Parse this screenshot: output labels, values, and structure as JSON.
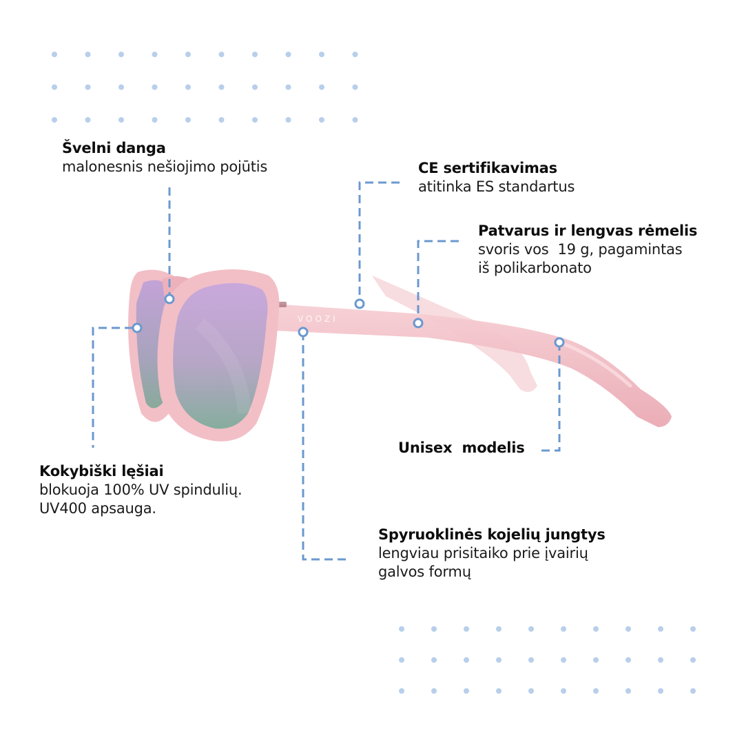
{
  "product": {
    "brand": "VOOZI",
    "type": "sunglasses",
    "frame_color": "#f2bfc6",
    "lens_top_color": "#c9a8dc",
    "lens_bottom_color": "#86ad9e",
    "accent_color": "#6b98cf"
  },
  "callouts": {
    "coating": {
      "title": "Švelni danga",
      "desc": [
        "malonesnis nešiojimo pojūtis"
      ]
    },
    "ce": {
      "title": "CE sertifikavimas",
      "desc": [
        "atitinka ES standartus"
      ]
    },
    "frame": {
      "title": "Patvarus ir lengvas rėmelis",
      "desc": [
        "svoris vos  19 g, pagamintas",
        "iš polikarbonato"
      ]
    },
    "lenses": {
      "title": "Kokybiški lęšiai",
      "desc": [
        "blokuoja 100% UV spindulių.",
        "UV400 apsauga."
      ]
    },
    "unisex": {
      "title": "Unisex  modelis",
      "desc": []
    },
    "hinges": {
      "title": "Spyruoklinės kojelių jungtys",
      "desc": [
        "lengviau prisitaiko prie įvairių",
        "galvos formų"
      ]
    }
  },
  "decor": {
    "dot_grid_color": "#b8cfeb",
    "connector_color": "#6b98cf",
    "marker_icon": "ring-marker-icon"
  }
}
